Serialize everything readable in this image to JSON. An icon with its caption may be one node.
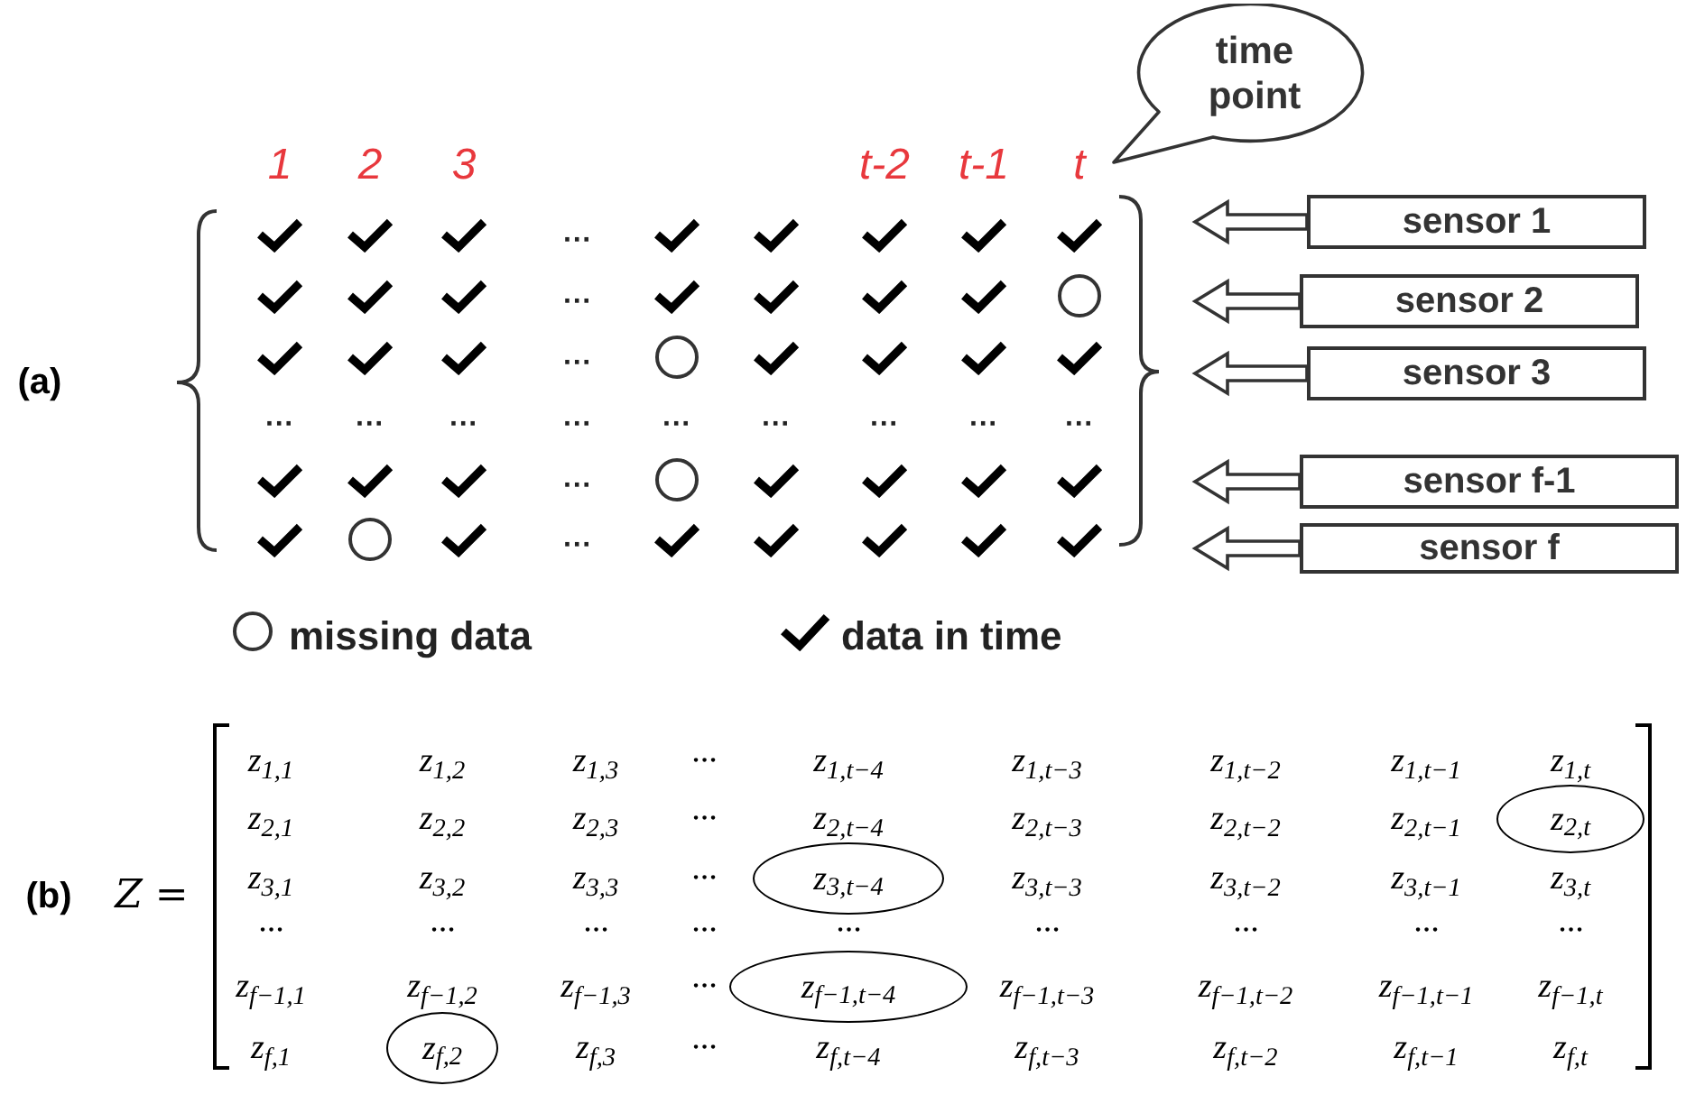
{
  "diagram": {
    "nodes": [
      {
        "text": [
          "time point"
        ]
      },
      {
        "text": [
          "sensor 1"
        ]
      },
      {
        "text": [
          "sensor 2"
        ]
      },
      {
        "text": [
          "sensor 3"
        ]
      },
      {
        "text": [
          "sensor f-1"
        ]
      },
      {
        "text": [
          "sensor f"
        ]
      },
      {
        "text": [
          "z$_{2,t}$"
        ]
      },
      {
        "text": [
          "z$_{3,t−4}$"
        ]
      },
      {
        "text": [
          "z$_{f−1,t−4}$"
        ]
      },
      {
        "text": [
          "z$_{f,2}$"
        ]
      }
    ],
    "edges": [
      {
        "from": 1,
        "to": null,
        "arrow": "to"
      },
      {
        "from": 2,
        "to": null,
        "arrow": "to"
      },
      {
        "from": 3,
        "to": null,
        "arrow": "to"
      },
      {
        "from": 4,
        "to": null,
        "arrow": "to"
      },
      {
        "from": 5,
        "to": null,
        "arrow": "to"
      }
    ],
    "labels": [
      "1",
      "2",
      "3",
      "t-2",
      "t-1",
      "t",
      "(a)",
      "···",
      "···",
      "···",
      "···",
      "···",
      "···",
      "···",
      "···",
      "···",
      "···",
      "···",
      "···",
      "···",
      "···",
      "(b)",
      "*Z* =",
      "z$_{1,1}$",
      "z$_{1,2}$",
      "z$_{1,3}$",
      "···",
      "z$_{1,t−4}$",
      "z$_{1,t−3}$",
      "z$_{1,t−2}$",
      "z$_{1,t−1}$",
      "z$_{1,t}$",
      "z$_{2,1}$",
      "z$_{2,2}$",
      "z$_{2,3}$",
      "···",
      "z$_{2,t−4}$",
      "z$_{2,t−3}$",
      "z$_{2,t−2}$",
      "z$_{2,t−1}$",
      "z$_{3,1}$",
      "z$_{3,2}$",
      "z$_{3,3}$",
      "···",
      "z$_{3,t−3}$",
      "z$_{3,t−2}$",
      "z$_{3,t−1}$",
      "z$_{3,t}$",
      "···",
      "···",
      "···",
      "···",
      "···",
      "···",
      "···",
      "···",
      "···",
      "z$_{f−1,1}$",
      "z$_{f−1,2}$",
      "z$_{f−1,3}$",
      "···",
      "z$_{f−1,t−3}$",
      "z$_{f−1,t−2}$",
      "z$_{f−1,t−1}$",
      "z$_{f−1,t}$",
      "z$_{f,1}$",
      "z$_{f,3}$",
      "···",
      "z$_{f,t−4}$",
      "z$_{f,t−3}$",
      "z$_{f,t−2}$",
      "z$_{f,t−1}$",
      "z$_{f,t}$"
    ],
    "legend": [
      {
        "text": "missing data"
      },
      {
        "text": "data in time"
      }
    ]
  }
}
